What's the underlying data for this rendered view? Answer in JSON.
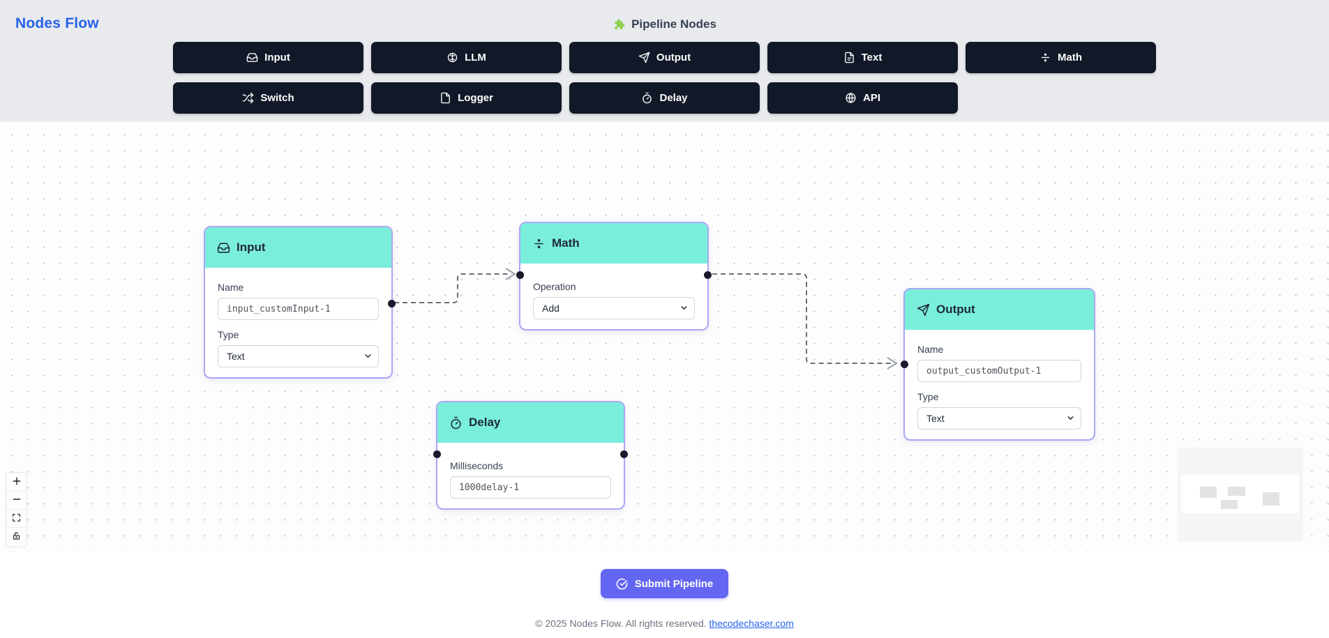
{
  "header": {
    "app_title": "Nodes Flow",
    "panel_title": "Pipeline Nodes"
  },
  "palette": {
    "buttons": [
      {
        "label": "Input",
        "icon": "inbox-icon"
      },
      {
        "label": "LLM",
        "icon": "brain-icon"
      },
      {
        "label": "Output",
        "icon": "send-icon"
      },
      {
        "label": "Text",
        "icon": "document-icon"
      },
      {
        "label": "Math",
        "icon": "divide-icon"
      },
      {
        "label": "Switch",
        "icon": "shuffle-icon"
      },
      {
        "label": "Logger",
        "icon": "file-icon"
      },
      {
        "label": "Delay",
        "icon": "stopwatch-icon"
      },
      {
        "label": "API",
        "icon": "globe-icon"
      }
    ]
  },
  "canvas": {
    "nodes": {
      "input": {
        "title": "Input",
        "icon": "inbox-icon",
        "name_label": "Name",
        "name_value": "input_customInput-1",
        "type_label": "Type",
        "type_value": "Text"
      },
      "math": {
        "title": "Math",
        "icon": "divide-icon",
        "operation_label": "Operation",
        "operation_value": "Add"
      },
      "output": {
        "title": "Output",
        "icon": "send-icon",
        "name_label": "Name",
        "name_value": "output_customOutput-1",
        "type_label": "Type",
        "type_value": "Text"
      },
      "delay": {
        "title": "Delay",
        "icon": "stopwatch-icon",
        "ms_label": "Milliseconds",
        "ms_value": "1000delay-1"
      }
    }
  },
  "footer": {
    "submit_label": "Submit Pipeline",
    "copyright": "© 2025 Nodes Flow. All rights reserved.",
    "link_text": "thecodechaser.com"
  },
  "colors": {
    "accent": "#6366f1",
    "title_blue": "#2563eb",
    "node_header_teal": "#79eedb",
    "node_border": "#a9a7f3",
    "palette_button_bg": "#111827",
    "handle": "#1a192b",
    "puzzle_green": "#8fd14f"
  }
}
